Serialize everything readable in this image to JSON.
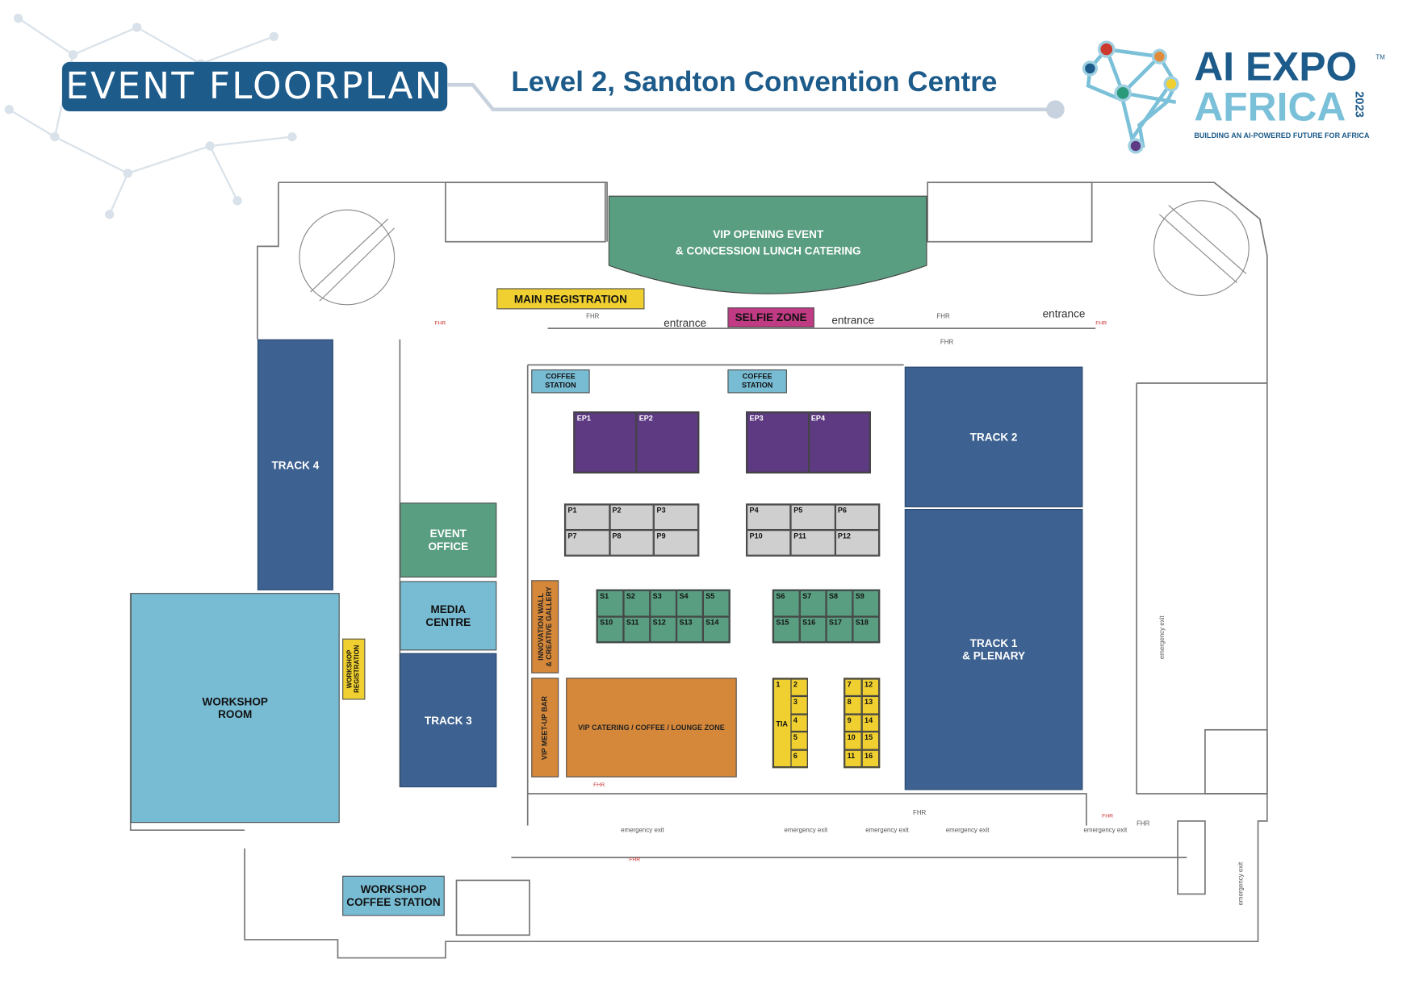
{
  "header": {
    "title": "EVENT FLOORPLAN",
    "subtitle": "Level 2, Sandton Convention Centre"
  },
  "logo": {
    "line1": "AI EXPO",
    "line2": "AFRICA",
    "year": "2023",
    "tm": "TM",
    "tagline": "BUILDING AN AI-POWERED FUTURE FOR AFRICA"
  },
  "colors": {
    "navy": "#3d6190",
    "green": "#5a9e82",
    "purple": "#5e3a82",
    "orange": "#d6883a",
    "yellow": "#f0d030",
    "light_blue": "#78bcd4",
    "magenta": "#c03a84",
    "brand": "#1d5b8a"
  },
  "rooms": {
    "vip_opening": "VIP OPENING EVENT\n& CONCESSION LUNCH CATERING",
    "main_registration": "MAIN REGISTRATION",
    "selfie_zone": "SELFIE ZONE",
    "coffee_station_1": "COFFEE\nSTATION",
    "coffee_station_2": "COFFEE\nSTATION",
    "track_1": "TRACK 1\n& PLENARY",
    "track_2": "TRACK 2",
    "track_3": "TRACK 3",
    "track_4": "TRACK 4",
    "workshop_room": "WORKSHOP\nROOM",
    "workshop_registration": "WORKSHOP\nREGISTRATION",
    "event_office": "EVENT\nOFFICE",
    "media_centre": "MEDIA\nCENTRE",
    "innovation_wall": "INNOVATION WALL\n& CREATIVE GALLERY",
    "vip_meetup_bar": "VIP MEET-UP BAR",
    "vip_catering": "VIP CATERING / COFFEE / LOUNGE ZONE",
    "workshop_coffee": "WORKSHOP\nCOFFEE STATION"
  },
  "ep_booths": [
    "EP1",
    "EP2",
    "EP3",
    "EP4"
  ],
  "p_booths_left": [
    "P1",
    "P2",
    "P3",
    "P7",
    "P8",
    "P9"
  ],
  "p_booths_right": [
    "P4",
    "P5",
    "P6",
    "P10",
    "P11",
    "P12"
  ],
  "s_booths_left": [
    "S1",
    "S2",
    "S3",
    "S4",
    "S5",
    "S10",
    "S11",
    "S12",
    "S13",
    "S14"
  ],
  "s_booths_right": [
    "S6",
    "S7",
    "S8",
    "S9",
    "S15",
    "S16",
    "S17",
    "S18"
  ],
  "tia": {
    "label": "TIA",
    "big": "1",
    "cells": [
      "2",
      "3",
      "4",
      "5",
      "6"
    ]
  },
  "yellow_booths": [
    "7",
    "12",
    "8",
    "13",
    "9",
    "14",
    "10",
    "15",
    "11",
    "16"
  ],
  "labels": {
    "entrance": "entrance",
    "emergency_exit": "emergency exit",
    "fhr": "FHR"
  }
}
